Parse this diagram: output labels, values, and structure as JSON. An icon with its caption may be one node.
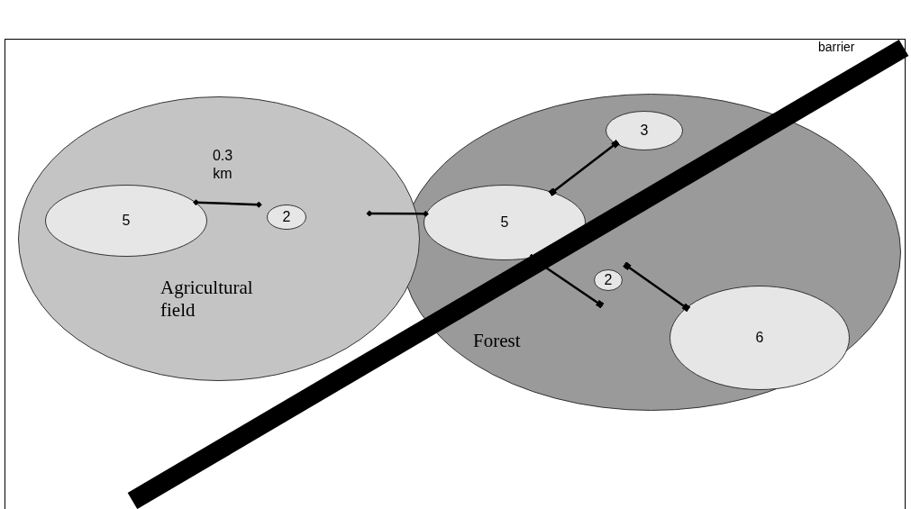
{
  "diagram": {
    "nodes": [
      {
        "text": [
          "Agricultural field"
        ]
      },
      {
        "text": [
          "5"
        ],
        "in": 0
      },
      {
        "text": [
          "2"
        ],
        "in": 0
      },
      {
        "text": [
          "Forest"
        ]
      },
      {
        "text": [
          "3"
        ],
        "in": 3
      },
      {
        "text": [
          "5"
        ],
        "in": 3
      },
      {
        "text": [
          "2"
        ],
        "in": 3
      },
      {
        "text": [
          "6"
        ],
        "in": 3
      }
    ],
    "edges": [
      {
        "from": 1,
        "to": 2,
        "arrow": "other",
        "label": "0.3 km"
      },
      {
        "from": null,
        "to": 5,
        "arrow": "other"
      },
      {
        "from": 4,
        "to": 5,
        "arrow": "other"
      },
      {
        "from": 5,
        "to": 6,
        "arrow": "other"
      },
      {
        "from": 6,
        "to": 7,
        "arrow": "other"
      }
    ],
    "labels": [
      "barrier"
    ]
  }
}
